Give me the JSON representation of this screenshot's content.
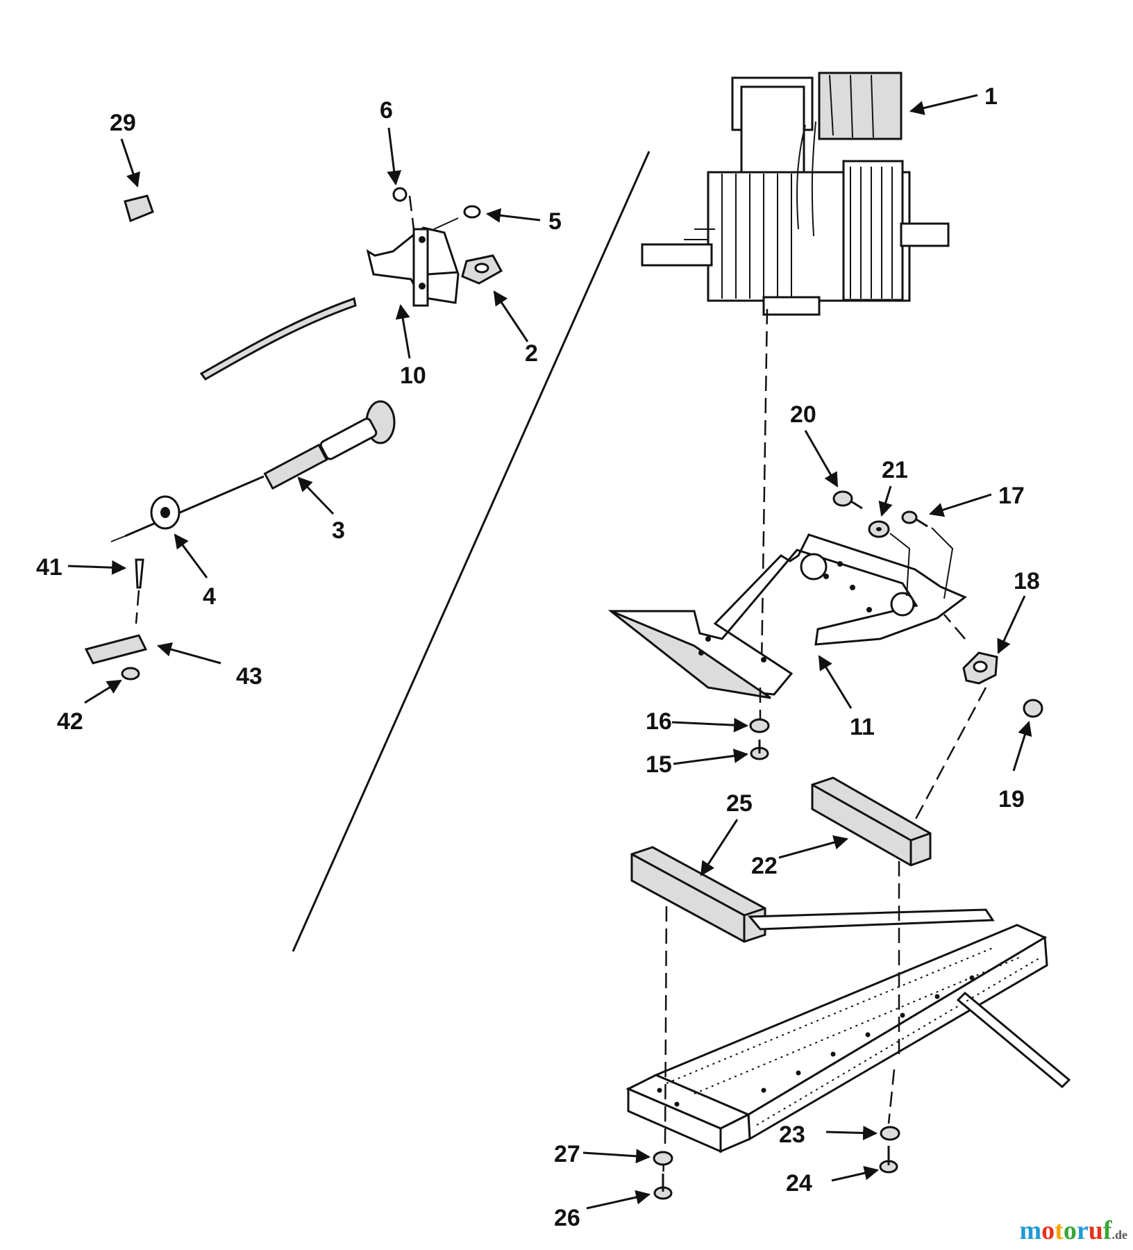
{
  "diagram": {
    "labels": {
      "p1": "1",
      "p2": "2",
      "p3": "3",
      "p4": "4",
      "p5": "5",
      "p6": "6",
      "p10": "10",
      "p11": "11",
      "p15": "15",
      "p16": "16",
      "p17": "17",
      "p18": "18",
      "p19": "19",
      "p20": "20",
      "p21": "21",
      "p22": "22",
      "p23": "23",
      "p24": "24",
      "p25": "25",
      "p26": "26",
      "p27": "27",
      "p29": "29",
      "p41": "41",
      "p42": "42",
      "p43": "43"
    }
  },
  "watermark": {
    "text": "motoruf",
    "suffix": ".de",
    "colors": [
      "#1f9ad6",
      "#e5331b",
      "#f5a300",
      "#3aa637",
      "#1f9ad6",
      "#e5331b",
      "#3aa637"
    ]
  }
}
